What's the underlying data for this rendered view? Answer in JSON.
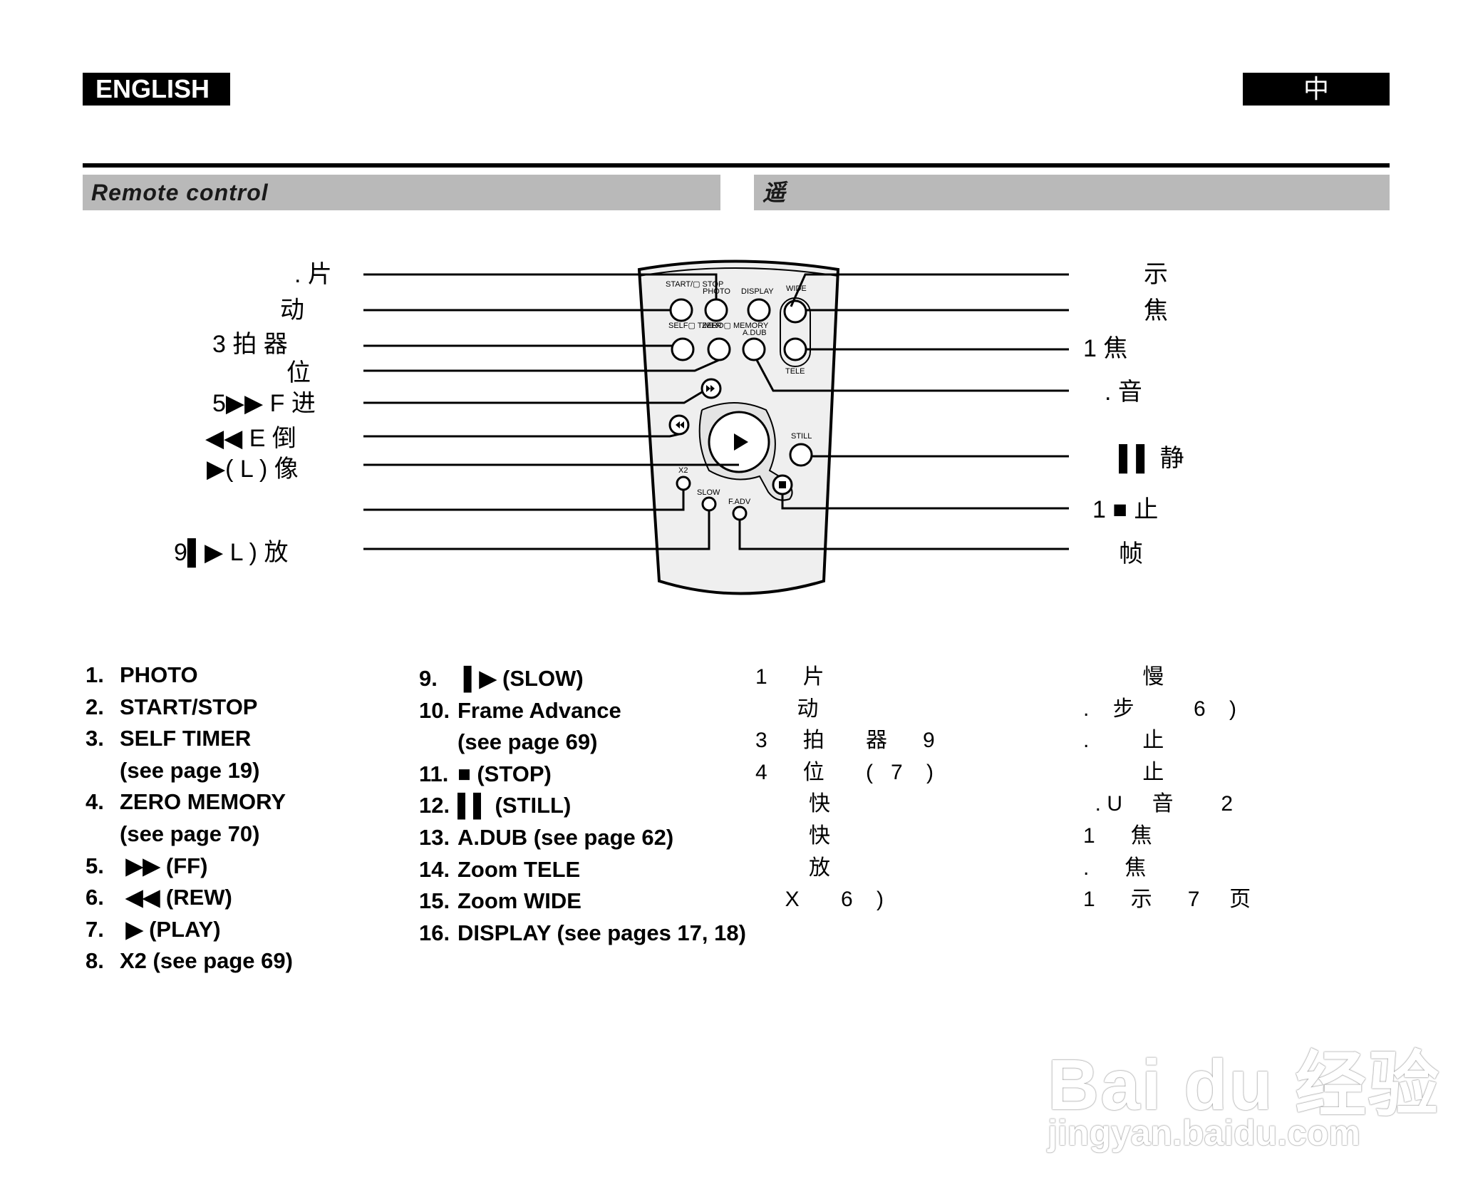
{
  "header": {
    "lang_en": "ENGLISH",
    "lang_cn": "中"
  },
  "section": {
    "title_en": "Remote control",
    "title_cn": "遥"
  },
  "remote": {
    "btn_start_stop": "START/▢ STOP",
    "btn_photo": "PHOTO",
    "btn_display": "DISPLAY",
    "btn_wide": "WIDE",
    "btn_self_timer": "SELF▢ TIMER",
    "btn_zero_memory": "ZERO▢ MEMORY",
    "btn_adub": "A.DUB",
    "btn_tele": "TELE",
    "btn_still": "STILL",
    "btn_x2": "X2",
    "btn_slow": "SLOW",
    "btn_fadv": "F.ADV"
  },
  "callouts_left": {
    "l1": ".  片",
    "l2": "动",
    "l3": "3    拍       器",
    "l4": "位",
    "l5": "5▶▶    F    进",
    "l6": "◀◀     E     倒",
    "l7": "▶(   L   )   像",
    "l9": "9▌▶     L     )   放"
  },
  "callouts_right": {
    "r1": "示",
    "r2": "焦",
    "r3": "1      焦",
    "r4": ".    音",
    "r5": "▌▌ 静",
    "r6": "1 ■      止",
    "r7": "帧"
  },
  "list_en_col1": [
    {
      "num": "1.",
      "text": "PHOTO"
    },
    {
      "num": "2.",
      "text": "START/STOP"
    },
    {
      "num": "3.",
      "text": "SELF TIMER"
    },
    {
      "num": "",
      "text": "(see page 19)"
    },
    {
      "num": "4.",
      "text": "ZERO MEMORY"
    },
    {
      "num": "",
      "text": "(see page 70)"
    },
    {
      "num": "5.",
      "text": " ▶▶ (FF)"
    },
    {
      "num": "6.",
      "text": " ◀◀ (REW)"
    },
    {
      "num": "7.",
      "text": "  ▶ (PLAY)"
    },
    {
      "num": "8.",
      "text": "X2  (see page 69)"
    }
  ],
  "list_en_col2": [
    {
      "num": " 9.",
      "text": " ▌▶ (SLOW)"
    },
    {
      "num": "10.",
      "text": "Frame Advance"
    },
    {
      "num": "",
      "text": "(see page 69)"
    },
    {
      "num": "11.",
      "text": "■ (STOP)"
    },
    {
      "num": "12.",
      "text": "▌▌ (STILL)"
    },
    {
      "num": "13.",
      "text": "A.DUB (see page 62)"
    },
    {
      "num": "14.",
      "text": "Zoom TELE"
    },
    {
      "num": "15.",
      "text": "Zoom WIDE"
    },
    {
      "num": "16.",
      "text": "DISPLAY (see pages 17, 18)"
    }
  ],
  "list_cn_col1": [
    "1      片",
    "       动",
    "3      拍       器      9",
    "4      位       (   7    )",
    "         快",
    "         快",
    "         放",
    "     X       6    )"
  ],
  "list_cn_col2": [
    "          慢",
    ".    步          6    )",
    ".         止",
    "          止",
    "  . U     音        2",
    "1      焦",
    ".      焦",
    "1      示      7     页"
  ],
  "watermark": {
    "logo": "Bai du 经验",
    "site": "jingyan.baidu.com"
  }
}
